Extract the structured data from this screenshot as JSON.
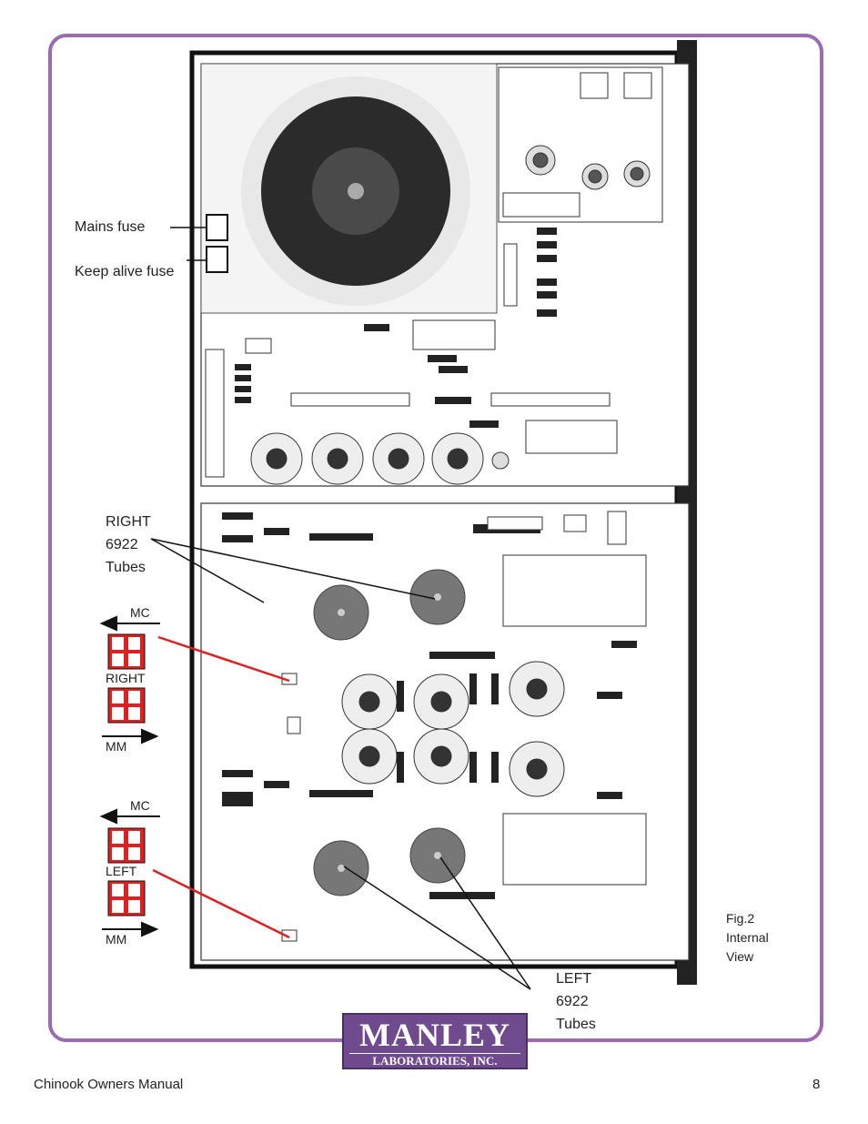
{
  "callouts": {
    "mains_fuse": "Mains fuse",
    "keep_alive_fuse": "Keep alive fuse",
    "right_tubes": [
      "RIGHT",
      "6922",
      "Tubes"
    ],
    "left_tubes": [
      "LEFT",
      "6922",
      "Tubes"
    ],
    "switch_right": {
      "mc": "MC",
      "channel": "RIGHT",
      "mm": "MM"
    },
    "switch_left": {
      "mc": "MC",
      "channel": "LEFT",
      "mm": "MM"
    }
  },
  "figure_caption": [
    "Fig.2",
    "Internal",
    "View"
  ],
  "logo": {
    "name": "MANLEY",
    "sub": "LABORATORIES, INC."
  },
  "footer": {
    "title": "Chinook Owners Manual",
    "page": "8"
  },
  "colors": {
    "frame": "#9b6ab0",
    "switch": "#e02020",
    "pointer": "#e02020",
    "logo": "#6f4a8e"
  }
}
